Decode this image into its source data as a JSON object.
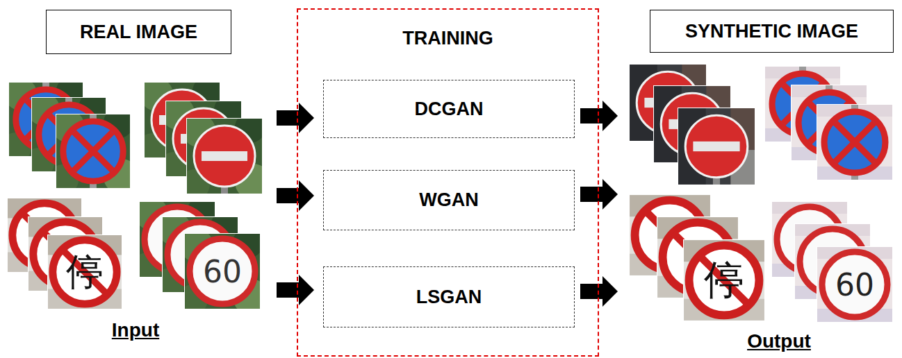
{
  "diagram": {
    "nodes": [
      {
        "text": [
          "REAL IMAGE"
        ]
      },
      {
        "text": [
          "TRAINING"
        ]
      },
      {
        "text": [
          "DCGAN"
        ],
        "in": 1
      },
      {
        "text": [
          "WGAN"
        ],
        "in": 1
      },
      {
        "text": [
          "LSGAN"
        ],
        "in": 1
      },
      {
        "text": [
          "SYNTHETIC IMAGE"
        ]
      }
    ],
    "labels": [
      "停",
      "60",
      "Input",
      "停",
      "60",
      "Output"
    ]
  }
}
